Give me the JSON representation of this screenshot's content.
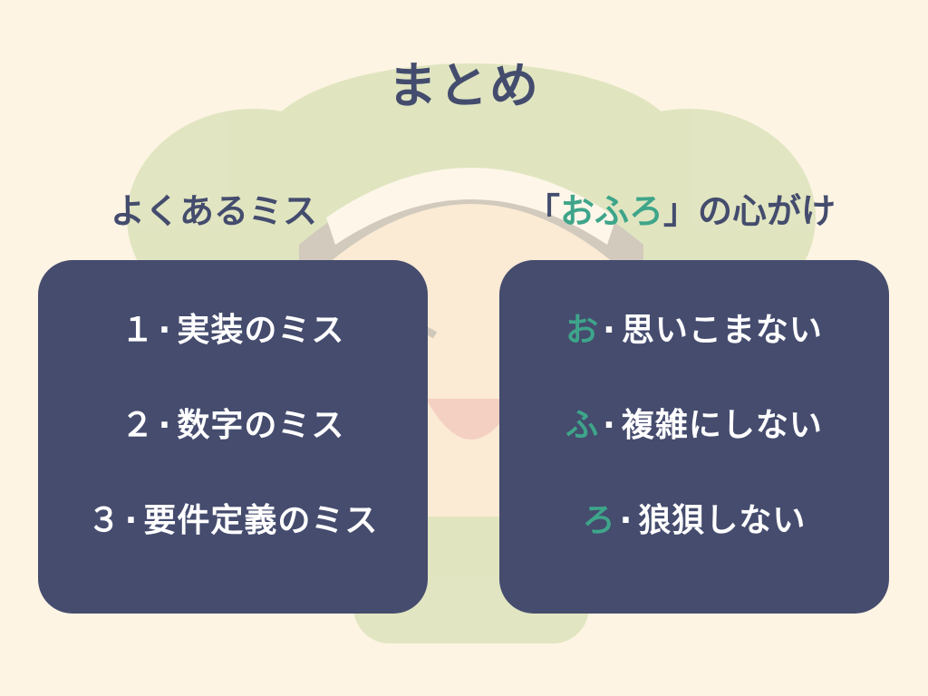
{
  "title": "まとめ",
  "left_panel": {
    "heading": "よくあるミス",
    "items": [
      {
        "marker": "１",
        "separator": ".",
        "text": "実装のミス"
      },
      {
        "marker": "２",
        "separator": ".",
        "text": "数字のミス"
      },
      {
        "marker": "３",
        "separator": ".",
        "text": "要件定義のミス"
      }
    ]
  },
  "right_panel": {
    "heading_open": "「",
    "heading_accent": "おふろ",
    "heading_close": "」の心がけ",
    "items": [
      {
        "marker": "お",
        "separator": ".",
        "text": "思いこまない"
      },
      {
        "marker": "ふ",
        "separator": ".",
        "text": "複雑にしない"
      },
      {
        "marker": "ろ",
        "separator": ".",
        "text": "狼狽しない"
      }
    ]
  },
  "colors": {
    "background": "#fdf4e3",
    "text": "#444c6e",
    "panel": "#454c6e",
    "accent": "#3ea58a"
  }
}
